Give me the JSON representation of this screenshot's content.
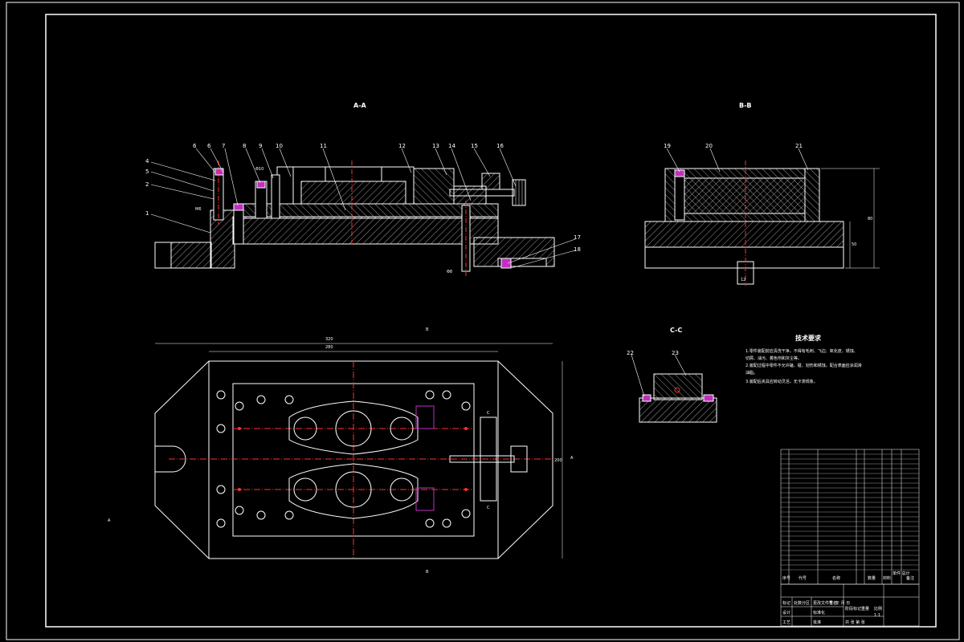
{
  "views": {
    "a_a": "A-A",
    "b_b": "B-B",
    "c_c": "C-C",
    "section_a": "A",
    "section_b": "B",
    "section_c": "C"
  },
  "balloons_a": [
    "4",
    "5",
    "2",
    "1",
    "6",
    "6",
    "7",
    "8",
    "9",
    "10",
    "11",
    "12",
    "13",
    "14",
    "15",
    "16",
    "17",
    "18"
  ],
  "balloons_b": [
    "19",
    "20",
    "21"
  ],
  "balloons_c": [
    "22",
    "23"
  ],
  "dimensions": {
    "overall_length": "320",
    "inner_length": "280",
    "width": "200",
    "height_b": "80",
    "height_b2": "50",
    "bore": "12",
    "bore_note": "Φ10",
    "bore_small": "Φ8",
    "bore_left": "M6"
  },
  "tech_req": {
    "title": "技术要求",
    "lines": [
      "1.零件装配前应清洗干净，不得有毛刺、飞边、氧化皮、锈蚀、",
      "切屑、油污、着色剂和灰尘等。",
      "2.装配过程中零件不允许磕、碰、划伤和锈蚀，配合表面应涂润滑",
      "油脂。",
      "3.装配后夹具应转动灵活，无卡滞现象。"
    ]
  },
  "title_block": {
    "header": {
      "no": "序号",
      "code": "代号",
      "name": "名称",
      "qty": "数量",
      "material": "材料",
      "weight": "单件 总计",
      "note": "备注"
    },
    "footer": {
      "mark": "标记",
      "count": "处数",
      "zone": "分区",
      "doc": "更改文件号",
      "sign": "签名",
      "date": "年 月 日",
      "stage": "阶段标记",
      "mass": "重量",
      "scale": "比例",
      "design": "设计",
      "std": "标准化",
      "process": "工艺",
      "approve": "批准",
      "sheets": "共 张 第 张",
      "scale_val": "1:1"
    }
  }
}
